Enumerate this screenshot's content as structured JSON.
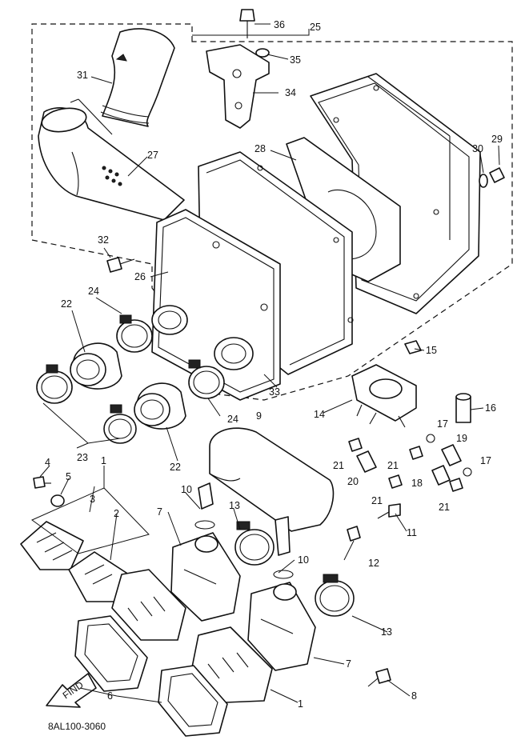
{
  "diagram_code": "8AL100-3060",
  "find_label": "FIND",
  "callouts": {
    "c1a": "1",
    "c1b": "1",
    "c2": "2",
    "c3": "3",
    "c4": "4",
    "c5": "5",
    "c6": "6",
    "c7a": "7",
    "c7b": "7",
    "c8": "8",
    "c9": "9",
    "c10a": "10",
    "c10b": "10",
    "c11": "11",
    "c12": "12",
    "c13a": "13",
    "c13b": "13",
    "c14": "14",
    "c15": "15",
    "c16": "16",
    "c17a": "17",
    "c17b": "17",
    "c18": "18",
    "c19": "19",
    "c20": "20",
    "c21a": "21",
    "c21b": "21",
    "c21c": "21",
    "c21d": "21",
    "c22a": "22",
    "c22b": "22",
    "c23": "23",
    "c24a": "24",
    "c24b": "24",
    "c25": "25",
    "c26": "26",
    "c27": "27",
    "c28": "28",
    "c29": "29",
    "c30": "30",
    "c31": "31",
    "c32": "32",
    "c33": "33",
    "c34": "34",
    "c35": "35",
    "c36": "36"
  }
}
